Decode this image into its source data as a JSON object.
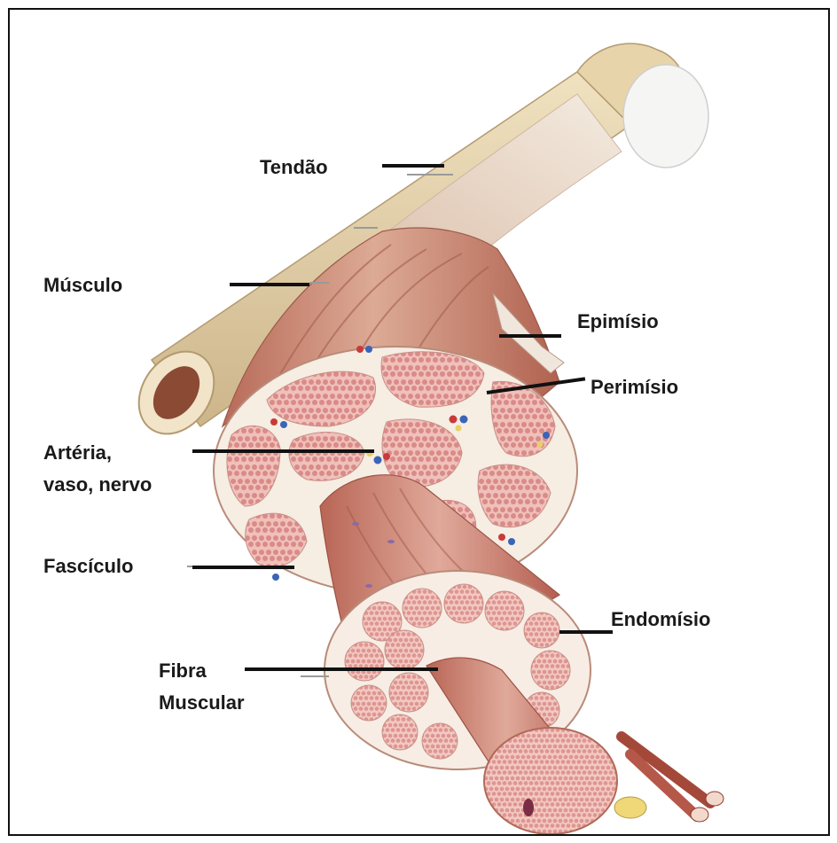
{
  "labels": {
    "tendao": "Tendão",
    "musculo": "Músculo",
    "epimisio": "Epimísio",
    "perimisio": "Perimísio",
    "arteria_line1": "Artéria,",
    "arteria_line2": "vaso, nervo",
    "fasciculo": "Fascículo",
    "endomisio": "Endomísio",
    "fibra_line1": "Fibra",
    "fibra_line2": "Muscular"
  },
  "colors": {
    "bone": "#e9d9b5",
    "bone_shadow": "#c9b38a",
    "cartilage": "#f4f4f2",
    "tendon": "#efe3d6",
    "muscle": "#d49a86",
    "muscle_dark": "#b06a58",
    "fascicle": "#e7a8a2",
    "connective": "#f7efe6",
    "fiber_dot": "#d98b88",
    "vessel_red": "#c83a3a",
    "vessel_blue": "#3b64b8",
    "nerve_yellow": "#e8cf6a",
    "leader_line": "#111111"
  }
}
